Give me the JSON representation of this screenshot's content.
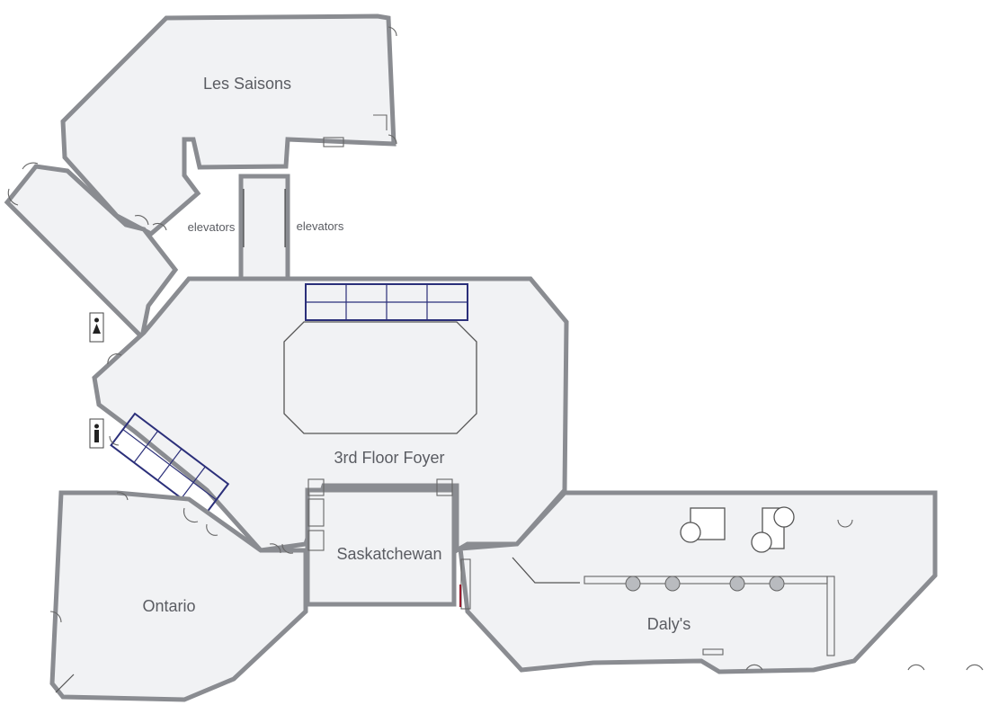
{
  "rooms": {
    "les_saisons": "Les Saisons",
    "foyer": "3rd Floor Foyer",
    "saskatchewan": "Saskatchewan",
    "ontario": "Ontario",
    "dalys": "Daly's"
  },
  "elevators": {
    "left": "elevators",
    "right": "elevators"
  },
  "icons": {
    "restroom_women": "womens-restroom-icon",
    "restroom_men": "mens-restroom-icon"
  },
  "colors": {
    "room_fill": "#f1f2f4",
    "wall": "#8a8c91",
    "window_frame": "#2b2f7a"
  }
}
